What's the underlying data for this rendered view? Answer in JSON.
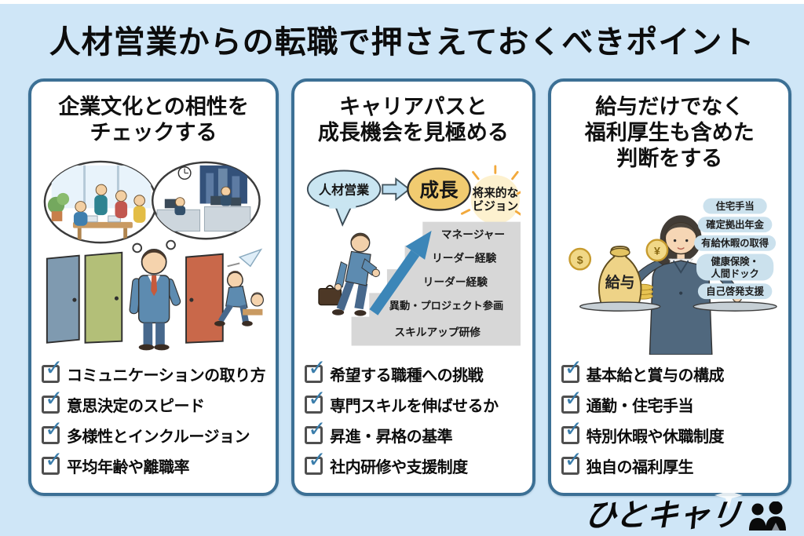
{
  "page": {
    "title": "人材営業からの転職で押さえておくべきポイント",
    "colors": {
      "background": "#cfe6f7",
      "card_border": "#3c7095",
      "check_blue": "#3a7dab",
      "bubble_blue": "#c9e5f1",
      "growth_yellow": "#f1cb70",
      "stairs_gray": "#d7d7d7",
      "arrow_blue": "#3c86b8",
      "badge_blue": "#cbe1ed",
      "bag_yellow": "#eed387",
      "logo_black": "#0a0a0a"
    }
  },
  "icons": {
    "check_glyph": "✓"
  },
  "cards": [
    {
      "title_lines": [
        "企業文化との相性を",
        "チェックする"
      ],
      "checklist": [
        "コミュニケーションの取り方",
        "意思決定のスピード",
        "多様性とインクルージョン",
        "平均年齢や離職率"
      ]
    },
    {
      "title_lines": [
        "キャリアパスと",
        "成長機会を見極める"
      ],
      "labels": {
        "bubble": "人材営業",
        "growth": "成長",
        "vision_lines": [
          "将来的な",
          "ビジョン"
        ],
        "steps": [
          "マネージャー",
          "リーダー経験",
          "リーダー経験",
          "異動・プロジェクト参画",
          "スキルアップ研修"
        ]
      },
      "checklist": [
        "希望する職種への挑戦",
        "専門スキルを伸ばせるか",
        "昇進・昇格の基準",
        "社内研修や支援制度"
      ]
    },
    {
      "title_lines": [
        "給与だけでなく",
        "福利厚生も含めた",
        "判断をする"
      ],
      "labels": {
        "bag": "給与",
        "coin_dollar": "$",
        "coin_yen": "¥",
        "badges": [
          {
            "lines": [
              "住宅手当"
            ]
          },
          {
            "lines": [
              "確定拠出年金"
            ]
          },
          {
            "lines": [
              "有給休暇の取得"
            ]
          },
          {
            "lines": [
              "健康保険・",
              "人間ドック"
            ]
          },
          {
            "lines": [
              "自己啓発支援"
            ]
          }
        ]
      },
      "checklist": [
        "基本給と賞与の構成",
        "通勤・住宅手当",
        "特別休暇や休職制度",
        "独自の福利厚生"
      ]
    }
  ],
  "logo": {
    "text": "ひとキャリ"
  }
}
